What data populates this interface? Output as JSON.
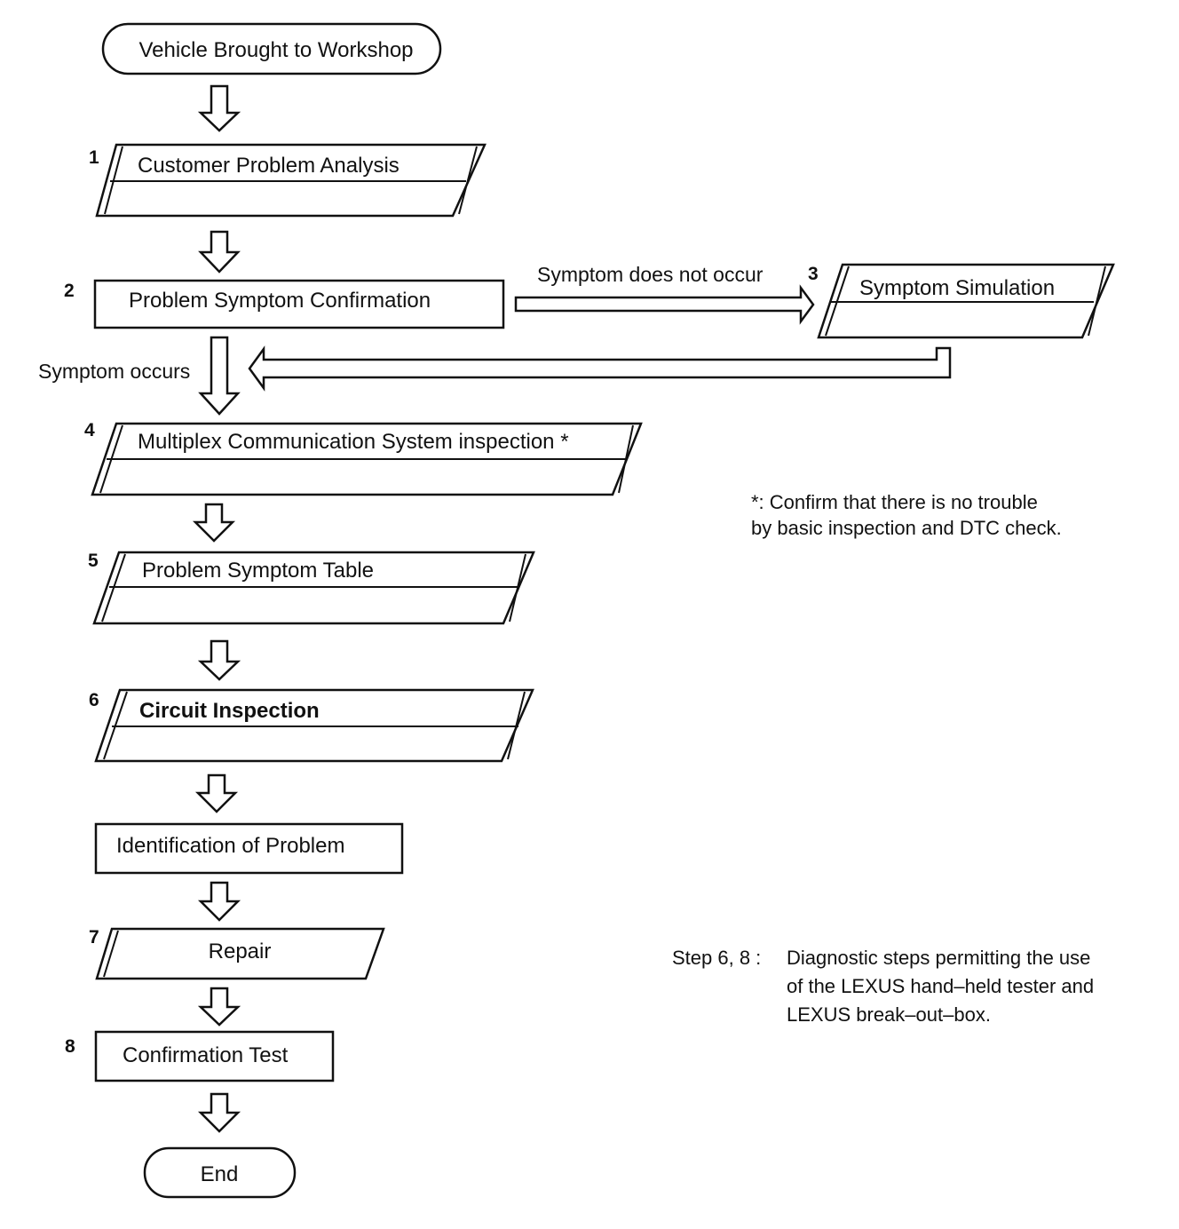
{
  "diagram": {
    "start": "Vehicle Brought to Workshop",
    "end": "End",
    "steps": [
      {
        "number": "1",
        "label": "Customer Problem Analysis"
      },
      {
        "number": "2",
        "label": "Problem Symptom Confirmation"
      },
      {
        "number": "3",
        "label": "Symptom Simulation"
      },
      {
        "number": "4",
        "label": "Multiplex Communication System inspection *"
      },
      {
        "number": "5",
        "label": "Problem Symptom Table"
      },
      {
        "number": "6",
        "label": "Circuit Inspection"
      },
      {
        "number": "",
        "label": "Identification of Problem"
      },
      {
        "number": "7",
        "label": "Repair"
      },
      {
        "number": "8",
        "label": "Confirmation Test"
      }
    ],
    "edge_labels": {
      "does_not_occur": "Symptom does not occur",
      "occurs": "Symptom occurs"
    },
    "notes": {
      "asterisk_line1": "*: Confirm that there is no trouble",
      "asterisk_line2": "by basic inspection and DTC check.",
      "step_prefix": "Step 6, 8 :",
      "step_line1": "Diagnostic steps permitting the use",
      "step_line2": "of the LEXUS hand–held tester and",
      "step_line3": "LEXUS break–out–box."
    }
  }
}
